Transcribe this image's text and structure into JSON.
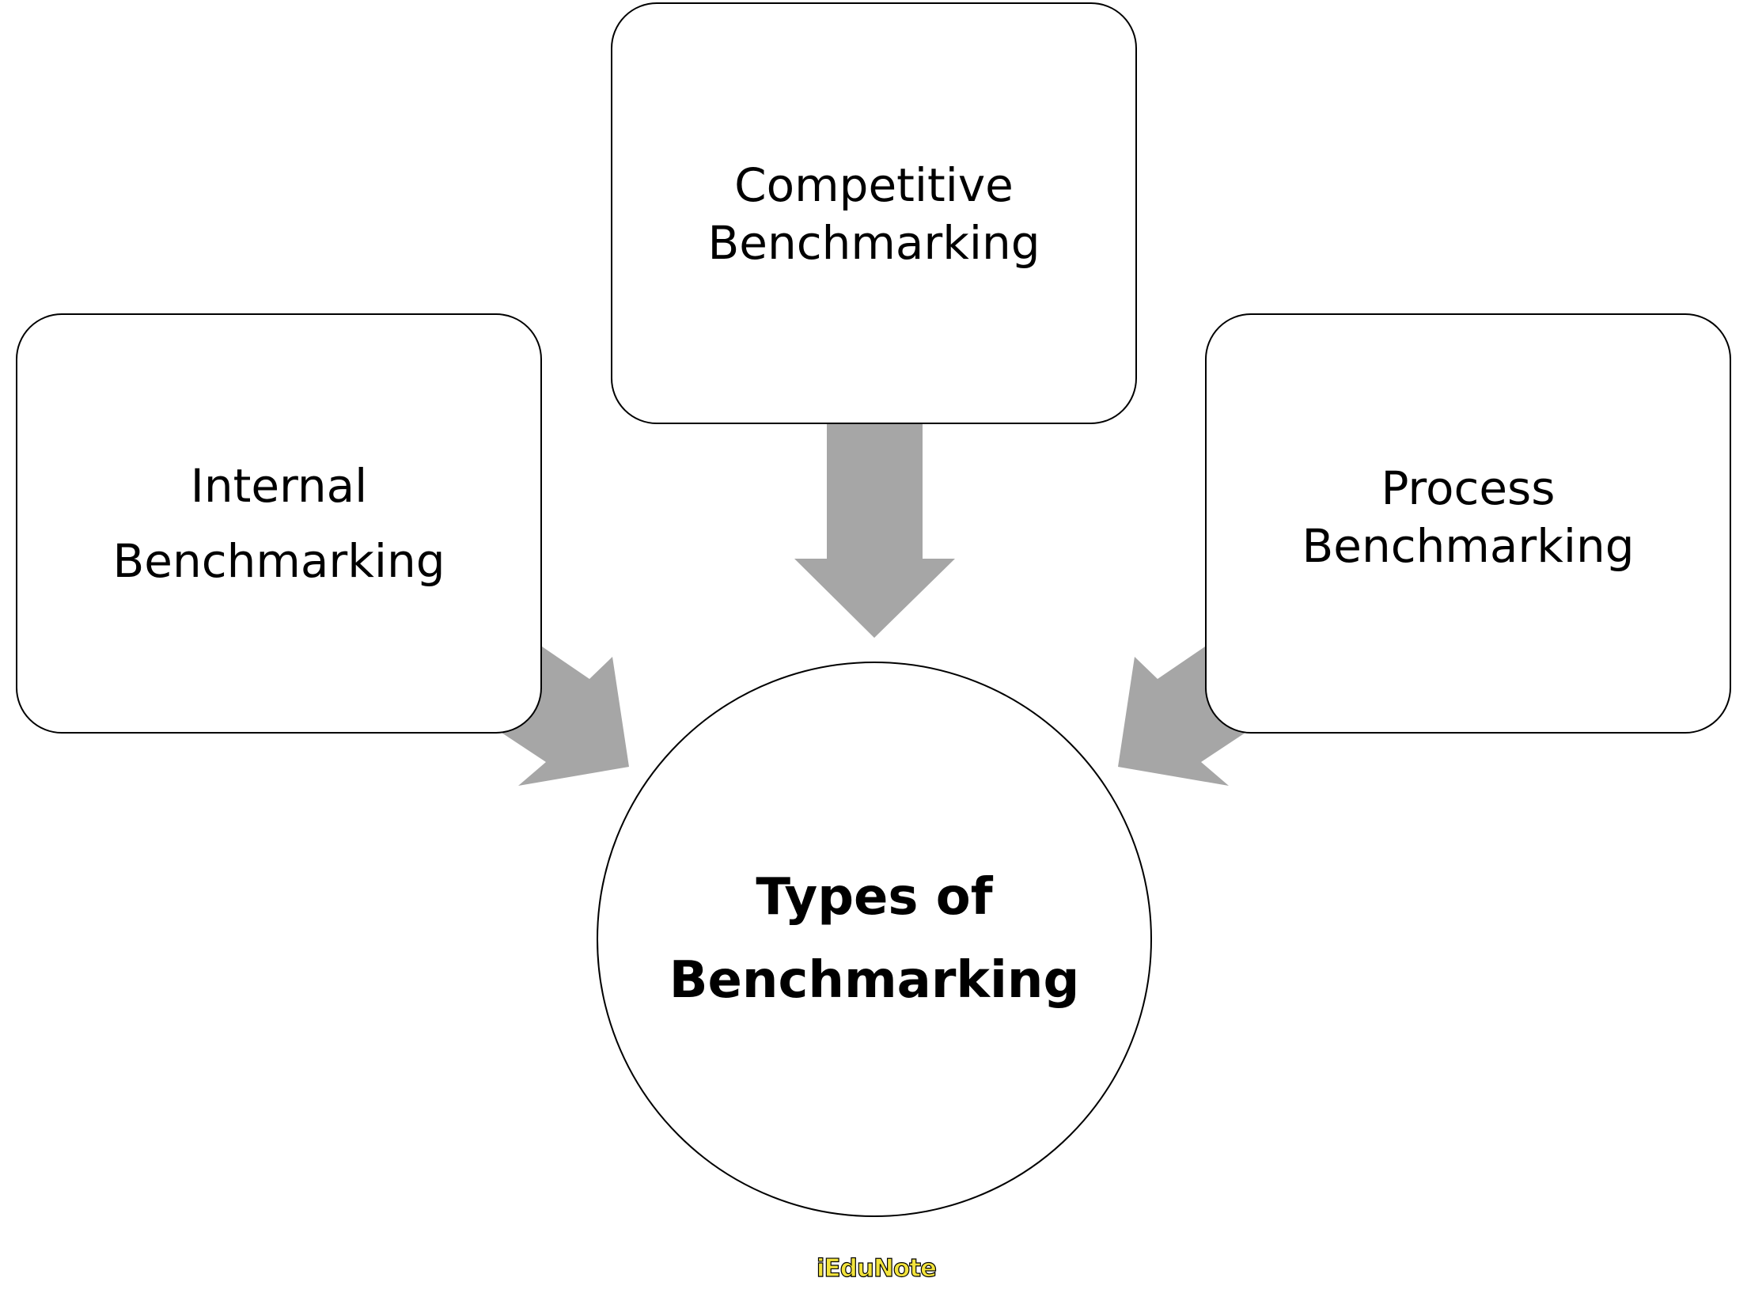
{
  "diagram": {
    "center": {
      "line1": "Types of",
      "line2": "Benchmarking"
    },
    "nodes": {
      "internal": {
        "line1": "Internal",
        "line2": "Benchmarking"
      },
      "competitive": {
        "line1": "Competitive",
        "line2": "Benchmarking"
      },
      "process": {
        "line1": "Process",
        "line2": "Benchmarking"
      }
    },
    "arrow_color": "#a6a6a6",
    "border_color": "#000000"
  },
  "watermark": {
    "text": "iEduNote"
  }
}
